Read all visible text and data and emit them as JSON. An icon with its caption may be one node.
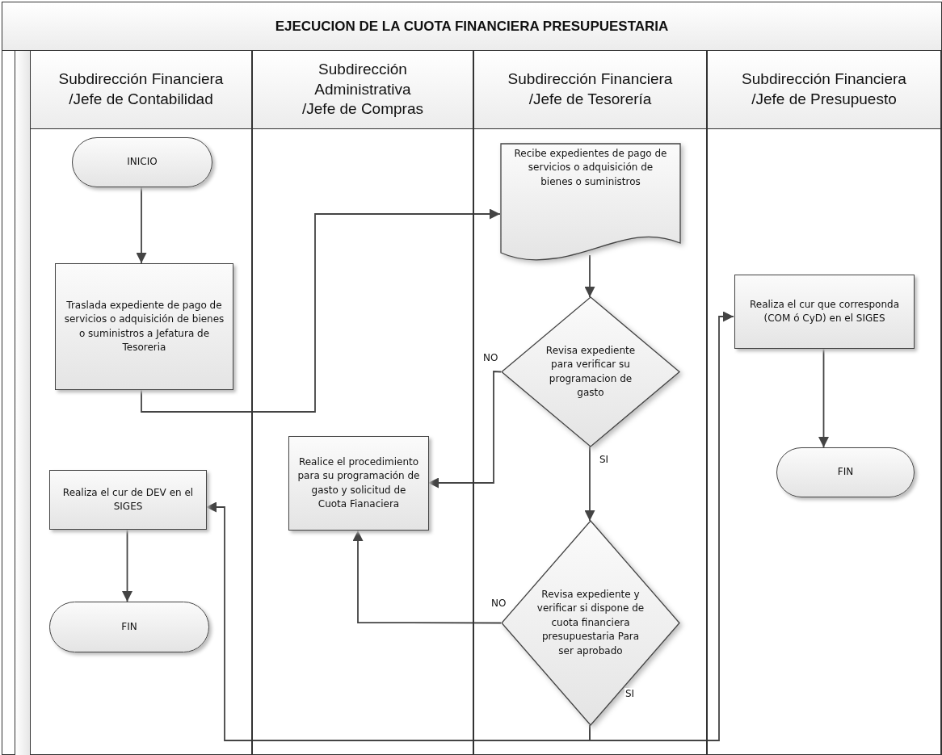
{
  "diagram": {
    "title": "EJECUCION DE LA CUOTA FINANCIERA PRESUPUESTARIA",
    "nodes": [
      {
        "text": [
          "Subdirección Financiera /Jefe de Contabilidad"
        ]
      },
      {
        "text": [
          "Subdirección Administrativa /Jefe de Compras"
        ]
      },
      {
        "text": [
          "Subdirección Financiera /Jefe de Tesorería"
        ]
      },
      {
        "text": [
          "Subdirección Financiera /Jefe de Presupuesto"
        ]
      },
      {
        "text": [
          "INICIO"
        ],
        "in": 0
      },
      {
        "text": [
          "Traslada expediente de pago de servicios o adquisición de bienes o suministros a Jefatura de Tesoreria"
        ],
        "in": 0
      },
      {
        "text": [
          "Realiza el cur de DEV en el SIGES"
        ],
        "in": 0
      },
      {
        "text": [
          "FIN"
        ],
        "in": 0
      },
      {
        "text": [
          "Realice el procedimiento para su programación de gasto y solicitud de Cuota Fianaciera"
        ],
        "in": 1
      },
      {
        "text": [
          "Recibe expedientes de pago de servicios o adquisición de bienes o suministros"
        ],
        "in": 2
      },
      {
        "text": [
          "Revisa expediente para verificar su programacion de gasto"
        ],
        "in": 2
      },
      {
        "text": [
          "Revisa expediente y verificar si dispone de cuota financiera presupuestaria Para ser aprobado"
        ],
        "in": 2
      },
      {
        "text": [
          "Realiza el cur que corresponda (COM ó CyD) en el SIGES"
        ],
        "in": 3
      },
      {
        "text": [
          "FIN"
        ],
        "in": 3
      }
    ],
    "edges": [
      {
        "from": 4,
        "to": 5,
        "arrow": "to"
      },
      {
        "from": 5,
        "to": 9,
        "arrow": "to"
      },
      {
        "from": 9,
        "to": 10,
        "arrow": "to"
      },
      {
        "from": 10,
        "to": 8,
        "arrow": "to",
        "label": "NO"
      },
      {
        "from": 10,
        "to": 11,
        "arrow": "to",
        "label": "SI"
      },
      {
        "from": 11,
        "to": 8,
        "arrow": "to",
        "label": "NO"
      },
      {
        "from": 11,
        "to": 6,
        "arrow": "to",
        "label": "SI"
      },
      {
        "from": 11,
        "to": 12,
        "arrow": "to"
      },
      {
        "from": 12,
        "to": 13,
        "arrow": "to"
      },
      {
        "from": 6,
        "to": 7,
        "arrow": "to"
      }
    ]
  }
}
